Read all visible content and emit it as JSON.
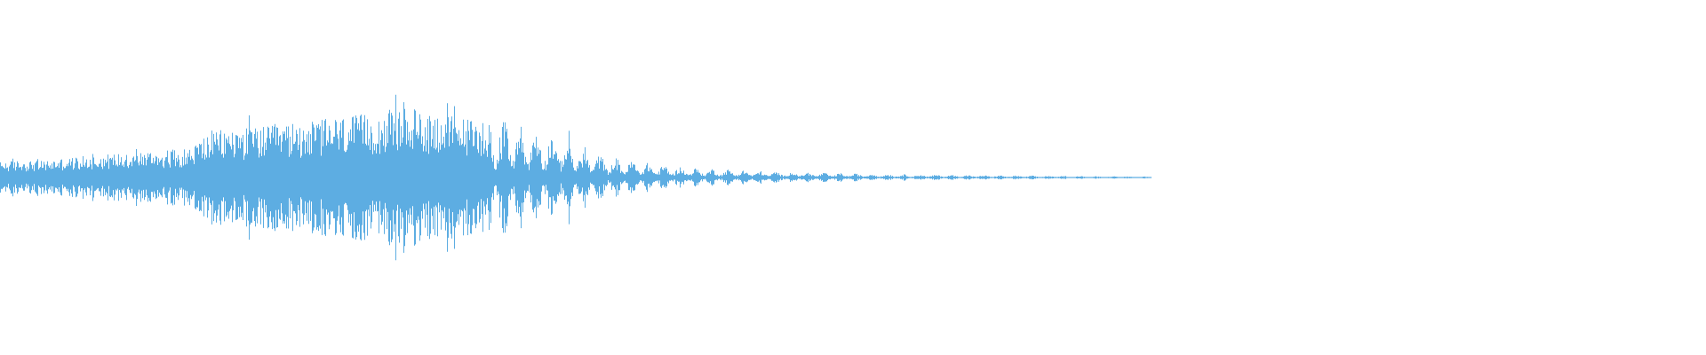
{
  "waveform": {
    "color": "#5DADE2",
    "duration_fraction_with_signal": 0.675,
    "envelope": [
      0.16,
      0.18,
      0.17,
      0.2,
      0.22,
      0.24,
      0.26,
      0.27,
      0.28,
      0.3,
      0.48,
      0.5,
      0.52,
      0.53,
      0.56,
      0.58,
      0.62,
      0.64,
      0.66,
      0.72,
      0.7,
      0.66,
      0.62,
      0.6,
      0.58,
      0.55,
      0.5,
      0.42,
      0.28,
      0.22,
      0.18,
      0.15,
      0.12,
      0.1,
      0.09,
      0.08,
      0.07,
      0.06,
      0.055,
      0.05,
      0.045,
      0.04,
      0.036,
      0.033,
      0.03,
      0.028,
      0.026,
      0.024,
      0.022,
      0.02,
      0.018,
      0.016,
      0.015,
      0.014,
      0.012,
      0.01
    ]
  }
}
